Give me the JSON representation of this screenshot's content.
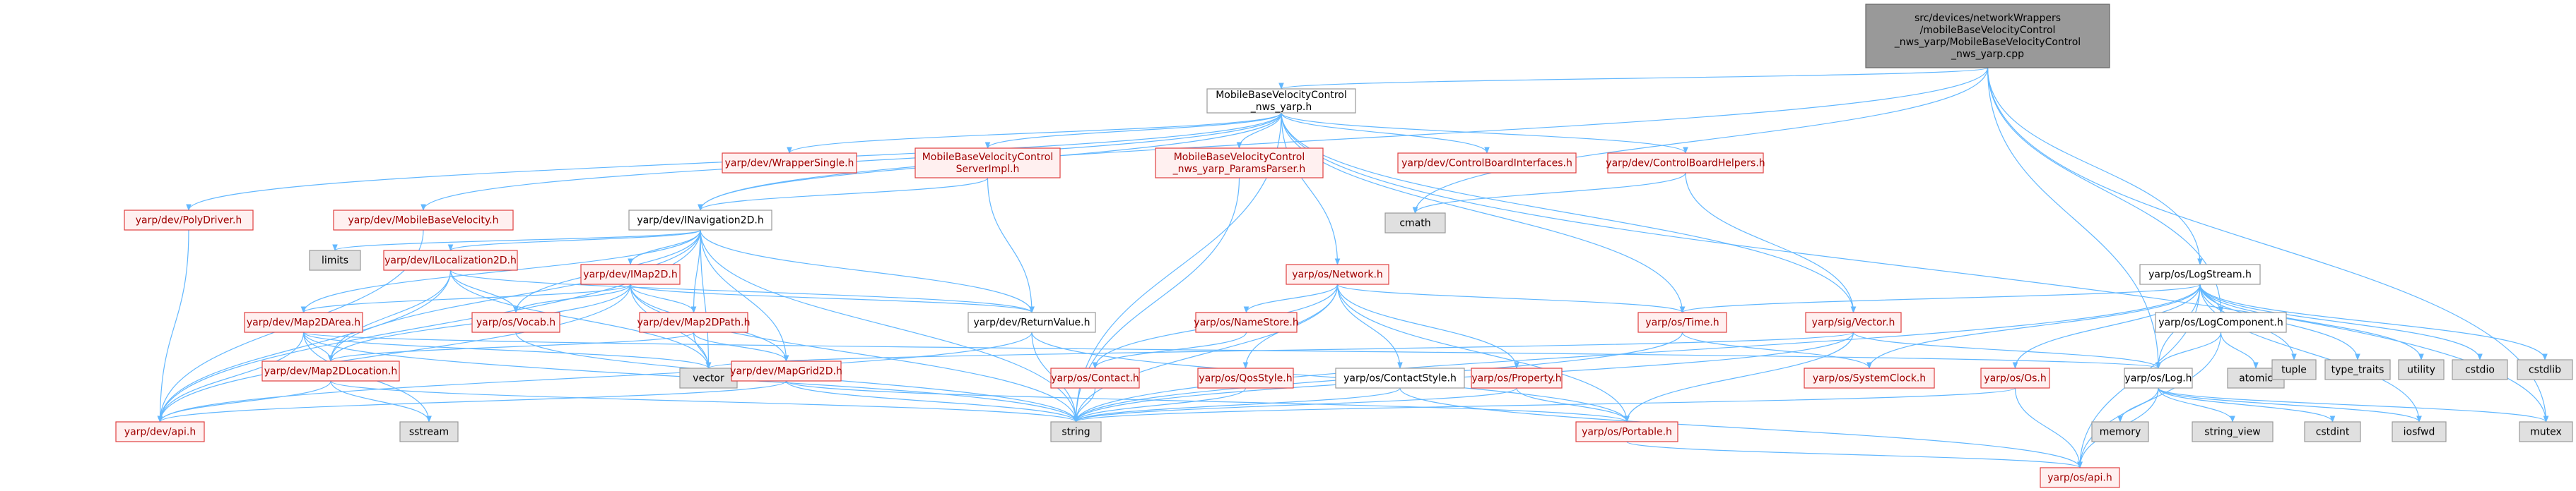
{
  "nodes": [
    {
      "id": "root",
      "lines": [
        "src/devices/networkWrappers",
        "/mobileBaseVelocityControl",
        "_nws_yarp/MobileBaseVelocityControl",
        "_nws_yarp.cpp"
      ],
      "style": "root"
    },
    {
      "id": "mbvc_h",
      "lines": [
        "MobileBaseVelocityControl",
        "_nws_yarp.h"
      ],
      "style": "normal"
    },
    {
      "id": "inav2d",
      "lines": [
        "yarp/dev/INavigation2D.h"
      ],
      "style": "normal"
    },
    {
      "id": "logstream",
      "lines": [
        "yarp/os/LogStream.h"
      ],
      "style": "normal"
    },
    {
      "id": "cmath",
      "lines": [
        "cmath"
      ],
      "style": "system"
    },
    {
      "id": "mutex",
      "lines": [
        "mutex"
      ],
      "style": "system"
    },
    {
      "id": "polydriver",
      "lines": [
        "yarp/dev/PolyDriver.h"
      ],
      "style": "red"
    },
    {
      "id": "mbvel",
      "lines": [
        "yarp/dev/MobileBaseVelocity.h"
      ],
      "style": "red"
    },
    {
      "id": "wrapsingle",
      "lines": [
        "yarp/dev/WrapperSingle.h"
      ],
      "style": "red"
    },
    {
      "id": "srvimpl",
      "lines": [
        "MobileBaseVelocityControl",
        "ServerImpl.h"
      ],
      "style": "red"
    },
    {
      "id": "params",
      "lines": [
        "MobileBaseVelocityControl",
        "_nws_yarp_ParamsParser.h"
      ],
      "style": "red"
    },
    {
      "id": "cbi",
      "lines": [
        "yarp/dev/ControlBoardInterfaces.h"
      ],
      "style": "red"
    },
    {
      "id": "cbh",
      "lines": [
        "yarp/dev/ControlBoardHelpers.h"
      ],
      "style": "red"
    },
    {
      "id": "network",
      "lines": [
        "yarp/os/Network.h"
      ],
      "style": "red"
    },
    {
      "id": "limits",
      "lines": [
        "limits"
      ],
      "style": "system"
    },
    {
      "id": "iloc2d",
      "lines": [
        "yarp/dev/ILocalization2D.h"
      ],
      "style": "red"
    },
    {
      "id": "imap2d",
      "lines": [
        "yarp/dev/IMap2D.h"
      ],
      "style": "red"
    },
    {
      "id": "map2darea",
      "lines": [
        "yarp/dev/Map2DArea.h"
      ],
      "style": "red"
    },
    {
      "id": "vocab",
      "lines": [
        "yarp/os/Vocab.h"
      ],
      "style": "red"
    },
    {
      "id": "map2dpath",
      "lines": [
        "yarp/dev/Map2DPath.h"
      ],
      "style": "red"
    },
    {
      "id": "retval",
      "lines": [
        "yarp/dev/ReturnValue.h"
      ],
      "style": "normal"
    },
    {
      "id": "namestore",
      "lines": [
        "yarp/os/NameStore.h"
      ],
      "style": "red"
    },
    {
      "id": "time",
      "lines": [
        "yarp/os/Time.h"
      ],
      "style": "red"
    },
    {
      "id": "sigvector",
      "lines": [
        "yarp/sig/Vector.h"
      ],
      "style": "red"
    },
    {
      "id": "map2dloc",
      "lines": [
        "yarp/dev/Map2DLocation.h"
      ],
      "style": "red"
    },
    {
      "id": "vector",
      "lines": [
        "vector"
      ],
      "style": "system"
    },
    {
      "id": "mapgrid2d",
      "lines": [
        "yarp/dev/MapGrid2D.h"
      ],
      "style": "red"
    },
    {
      "id": "contact",
      "lines": [
        "yarp/os/Contact.h"
      ],
      "style": "red"
    },
    {
      "id": "qosstyle",
      "lines": [
        "yarp/os/QosStyle.h"
      ],
      "style": "red"
    },
    {
      "id": "contactstyle",
      "lines": [
        "yarp/os/ContactStyle.h"
      ],
      "style": "normal"
    },
    {
      "id": "property",
      "lines": [
        "yarp/os/Property.h"
      ],
      "style": "red"
    },
    {
      "id": "syslock",
      "lines": [
        "yarp/os/SystemClock.h"
      ],
      "style": "red"
    },
    {
      "id": "logcomp",
      "lines": [
        "yarp/os/LogComponent.h"
      ],
      "style": "normal"
    },
    {
      "id": "atomic",
      "lines": [
        "atomic"
      ],
      "style": "system"
    },
    {
      "id": "os_h",
      "lines": [
        "yarp/os/Os.h"
      ],
      "style": "red"
    },
    {
      "id": "log",
      "lines": [
        "yarp/os/Log.h"
      ],
      "style": "normal"
    },
    {
      "id": "tuple",
      "lines": [
        "tuple"
      ],
      "style": "system"
    },
    {
      "id": "type_traits",
      "lines": [
        "type_traits"
      ],
      "style": "system"
    },
    {
      "id": "utility",
      "lines": [
        "utility"
      ],
      "style": "system"
    },
    {
      "id": "cstdio",
      "lines": [
        "cstdio"
      ],
      "style": "system"
    },
    {
      "id": "cstdlib",
      "lines": [
        "cstdlib"
      ],
      "style": "system"
    },
    {
      "id": "devapi",
      "lines": [
        "yarp/dev/api.h"
      ],
      "style": "red"
    },
    {
      "id": "sstream",
      "lines": [
        "sstream"
      ],
      "style": "system"
    },
    {
      "id": "string",
      "lines": [
        "string"
      ],
      "style": "system"
    },
    {
      "id": "portable",
      "lines": [
        "yarp/os/Portable.h"
      ],
      "style": "red"
    },
    {
      "id": "memory",
      "lines": [
        "memory"
      ],
      "style": "system"
    },
    {
      "id": "string_view",
      "lines": [
        "string_view"
      ],
      "style": "system"
    },
    {
      "id": "cstdint",
      "lines": [
        "cstdint"
      ],
      "style": "system"
    },
    {
      "id": "iosfwd",
      "lines": [
        "iosfwd"
      ],
      "style": "system"
    },
    {
      "id": "osapi",
      "lines": [
        "yarp/os/api.h"
      ],
      "style": "red"
    }
  ],
  "edges": [
    [
      "root",
      "mbvc_h"
    ],
    [
      "root",
      "inav2d"
    ],
    [
      "root",
      "logstream"
    ],
    [
      "root",
      "cmath"
    ],
    [
      "root",
      "mutex"
    ],
    [
      "root",
      "log"
    ],
    [
      "root",
      "logcomp"
    ],
    [
      "mbvc_h",
      "polydriver"
    ],
    [
      "mbvc_h",
      "mbvel"
    ],
    [
      "mbvc_h",
      "wrapsingle"
    ],
    [
      "mbvc_h",
      "srvimpl"
    ],
    [
      "mbvc_h",
      "params"
    ],
    [
      "mbvc_h",
      "cbi"
    ],
    [
      "mbvc_h",
      "cbh"
    ],
    [
      "mbvc_h",
      "network"
    ],
    [
      "mbvc_h",
      "inav2d"
    ],
    [
      "mbvc_h",
      "sigvector"
    ],
    [
      "mbvc_h",
      "time"
    ],
    [
      "mbvc_h",
      "string"
    ],
    [
      "mbvc_h",
      "mutex"
    ],
    [
      "polydriver",
      "devapi"
    ],
    [
      "mbvel",
      "devapi"
    ],
    [
      "srvimpl",
      "inav2d"
    ],
    [
      "srvimpl",
      "retval"
    ],
    [
      "params",
      "string"
    ],
    [
      "cbh",
      "cmath"
    ],
    [
      "cbh",
      "sigvector"
    ],
    [
      "inav2d",
      "limits"
    ],
    [
      "inav2d",
      "iloc2d"
    ],
    [
      "inav2d",
      "imap2d"
    ],
    [
      "inav2d",
      "map2darea"
    ],
    [
      "inav2d",
      "map2dloc"
    ],
    [
      "inav2d",
      "map2dpath"
    ],
    [
      "inav2d",
      "mapgrid2d"
    ],
    [
      "inav2d",
      "vocab"
    ],
    [
      "inav2d",
      "retval"
    ],
    [
      "inav2d",
      "devapi"
    ],
    [
      "inav2d",
      "vector"
    ],
    [
      "inav2d",
      "string"
    ],
    [
      "iloc2d",
      "map2dloc"
    ],
    [
      "iloc2d",
      "vocab"
    ],
    [
      "iloc2d",
      "retval"
    ],
    [
      "iloc2d",
      "devapi"
    ],
    [
      "iloc2d",
      "vector"
    ],
    [
      "imap2d",
      "map2darea"
    ],
    [
      "imap2d",
      "map2dloc"
    ],
    [
      "imap2d",
      "map2dpath"
    ],
    [
      "imap2d",
      "mapgrid2d"
    ],
    [
      "imap2d",
      "vocab"
    ],
    [
      "imap2d",
      "retval"
    ],
    [
      "imap2d",
      "devapi"
    ],
    [
      "imap2d",
      "vector"
    ],
    [
      "imap2d",
      "string"
    ],
    [
      "map2darea",
      "map2dloc"
    ],
    [
      "map2darea",
      "devapi"
    ],
    [
      "map2darea",
      "vector"
    ],
    [
      "map2darea",
      "sstream"
    ],
    [
      "map2darea",
      "string"
    ],
    [
      "map2darea",
      "log"
    ],
    [
      "map2dpath",
      "map2dloc"
    ],
    [
      "map2dpath",
      "vector"
    ],
    [
      "map2dpath",
      "mapgrid2d"
    ],
    [
      "map2dloc",
      "devapi"
    ],
    [
      "map2dloc",
      "sstream"
    ],
    [
      "map2dloc",
      "string"
    ],
    [
      "mapgrid2d",
      "devapi"
    ],
    [
      "mapgrid2d",
      "string"
    ],
    [
      "mapgrid2d",
      "portable"
    ],
    [
      "vocab",
      "string"
    ],
    [
      "retval",
      "devapi"
    ],
    [
      "retval",
      "string"
    ],
    [
      "retval",
      "portable"
    ],
    [
      "network",
      "namestore"
    ],
    [
      "network",
      "contact"
    ],
    [
      "network",
      "qosstyle"
    ],
    [
      "network",
      "contactstyle"
    ],
    [
      "network",
      "property"
    ],
    [
      "network",
      "portable"
    ],
    [
      "network",
      "time"
    ],
    [
      "network",
      "string"
    ],
    [
      "namestore",
      "contact"
    ],
    [
      "contact",
      "string"
    ],
    [
      "qosstyle",
      "string"
    ],
    [
      "contactstyle",
      "string"
    ],
    [
      "contactstyle",
      "osapi"
    ],
    [
      "property",
      "portable"
    ],
    [
      "property",
      "string"
    ],
    [
      "time",
      "syslock"
    ],
    [
      "time",
      "string"
    ],
    [
      "sigvector",
      "portable"
    ],
    [
      "sigvector",
      "log"
    ],
    [
      "sigvector",
      "string"
    ],
    [
      "sigvector",
      "vector"
    ],
    [
      "logstream",
      "log"
    ],
    [
      "logstream",
      "logcomp"
    ],
    [
      "logstream",
      "os_h"
    ],
    [
      "logstream",
      "time"
    ],
    [
      "logstream",
      "syslock"
    ],
    [
      "logstream",
      "tuple"
    ],
    [
      "logstream",
      "type_traits"
    ],
    [
      "logstream",
      "utility"
    ],
    [
      "logstream",
      "cstdio"
    ],
    [
      "logstream",
      "cstdlib"
    ],
    [
      "logstream",
      "iosfwd"
    ],
    [
      "logstream",
      "osapi"
    ],
    [
      "logstream",
      "string"
    ],
    [
      "logcomp",
      "atomic"
    ],
    [
      "logcomp",
      "log"
    ],
    [
      "logcomp",
      "osapi"
    ],
    [
      "os_h",
      "osapi"
    ],
    [
      "os_h",
      "string"
    ],
    [
      "log",
      "osapi"
    ],
    [
      "log",
      "memory"
    ],
    [
      "log",
      "string_view"
    ],
    [
      "log",
      "cstdint"
    ],
    [
      "log",
      "iosfwd"
    ],
    [
      "log",
      "mutex"
    ],
    [
      "portable",
      "osapi"
    ]
  ]
}
